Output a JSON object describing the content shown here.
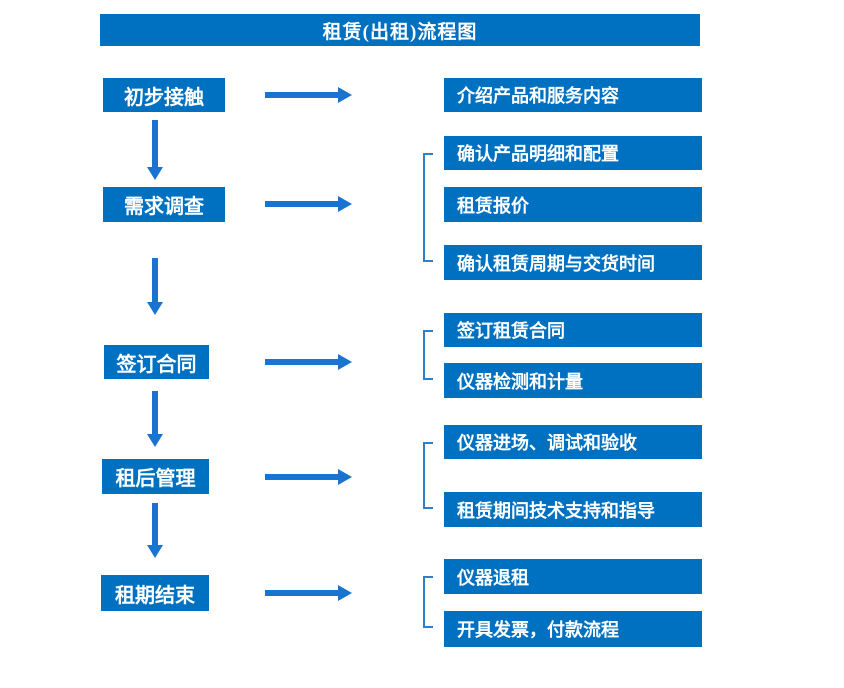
{
  "title": "租赁(出租)流程图",
  "colors": {
    "box_blue": "#0070C0",
    "arrow_blue": "#1874D0",
    "bracket_blue": "#2E80C8",
    "text": "#FFFFFF",
    "background": "#FFFFFF"
  },
  "stages": [
    {
      "label": "初步接触",
      "details": [
        "介绍产品和服务内容"
      ]
    },
    {
      "label": "需求调查",
      "details": [
        "确认产品明细和配置",
        "租赁报价",
        "确认租赁周期与交货时间"
      ]
    },
    {
      "label": "签订合同",
      "details": [
        "签订租赁合同",
        "仪器检测和计量"
      ]
    },
    {
      "label": "租后管理",
      "details": [
        "仪器进场、调试和验收",
        "租赁期间技术支持和指导"
      ]
    },
    {
      "label": "租期结束",
      "details": [
        "仪器退租",
        "开具发票，付款流程"
      ]
    }
  ]
}
